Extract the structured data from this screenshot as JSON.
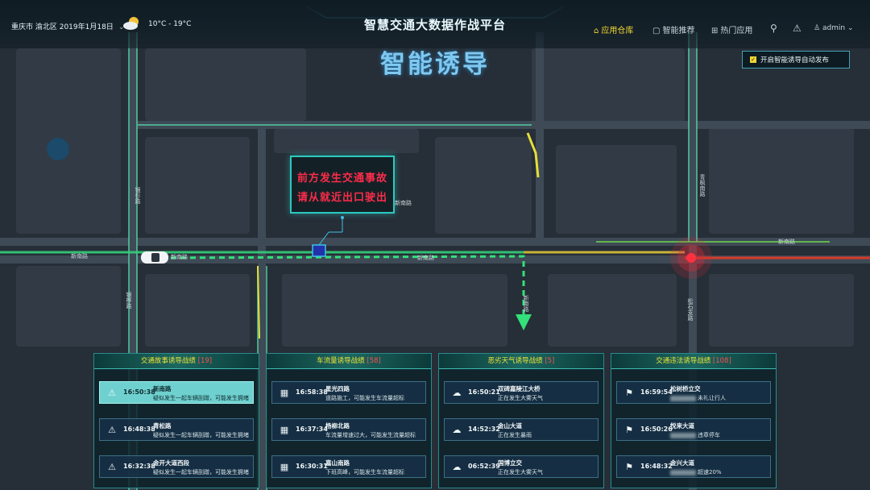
{
  "header": {
    "location": "重庆市 渝北区 2019年1月18日",
    "temperature": "10°C - 19°C",
    "app_title": "智慧交通大数据作战平台",
    "nav": [
      "应用仓库",
      "智能推荐",
      "热门应用"
    ],
    "user": "admin",
    "accent": "#f2d633"
  },
  "page_title": "智能诱导",
  "auto_publish": {
    "label": "开启智能诱导自动发布",
    "checked": true
  },
  "sign": {
    "line1": "前方发生交通事故",
    "line2": "请从就近出口驶出",
    "color": "#ff2b4a"
  },
  "roads": [
    "银杉路",
    "银桦路",
    "青枫南路",
    "新南路",
    "松石支路",
    "新南路",
    "新南路",
    "新南路",
    "新南路",
    "新南路"
  ],
  "panels": [
    {
      "title": "交通故事诱导战绩",
      "count": "[19]",
      "items": [
        {
          "icon": "warning-icon",
          "time": "16:50:38",
          "name": "新南路",
          "desc": "疑似发生一起车辆刮蹭，可能发生拥堵",
          "selected": true
        },
        {
          "icon": "warning-icon",
          "time": "16:48:38",
          "name": "青松路",
          "desc": "疑似发生一起车辆刮蹭，可能发生拥堵",
          "selected": false
        },
        {
          "icon": "warning-icon",
          "time": "16:32:38",
          "name": "金开大道西段",
          "desc": "疑似发生一起车辆刮蹭，可能发生拥堵",
          "selected": false
        }
      ]
    },
    {
      "title": "车流量诱导战绩",
      "count": "[58]",
      "items": [
        {
          "icon": "grid-icon",
          "time": "16:58:38",
          "name": "星光四路",
          "desc": "道路施工，可能发生车流量超标",
          "selected": false
        },
        {
          "icon": "grid-icon",
          "time": "16:37:34",
          "name": "杨柳北路",
          "desc": "车流量增速过大，可能发生流量超标",
          "selected": false
        },
        {
          "icon": "grid-icon",
          "time": "16:30:31",
          "name": "嘉山南路",
          "desc": "下班高峰，可能发生车流量超标",
          "selected": false
        }
      ]
    },
    {
      "title": "恶劣天气诱导战绩",
      "count": "[5]",
      "items": [
        {
          "icon": "cloud-icon",
          "time": "16:50:21",
          "name": "双碑嘉陵江大桥",
          "desc": "正在发生大雾天气",
          "selected": false
        },
        {
          "icon": "cloud-icon",
          "time": "14:52:32",
          "name": "金山大道",
          "desc": "正在发生暴雨",
          "selected": false
        },
        {
          "icon": "cloud-icon",
          "time": "06:52:39",
          "name": "国博立交",
          "desc": "正在发生大雾天气",
          "selected": false
        }
      ]
    },
    {
      "title": "交通违法诱导战绩",
      "count": "[108]",
      "items": [
        {
          "icon": "traffic-light-icon",
          "time": "16:59:54",
          "name": "松树桥立交",
          "desc": "未礼让行人",
          "selected": false,
          "blurred": true
        },
        {
          "icon": "traffic-light-icon",
          "time": "16:50:26",
          "name": "悦来大道",
          "desc": "违章停车",
          "selected": false,
          "blurred": true
        },
        {
          "icon": "traffic-light-icon",
          "time": "16:48:32",
          "name": "金兴大道",
          "desc": "超速20%",
          "selected": false,
          "blurred": true
        }
      ]
    }
  ]
}
